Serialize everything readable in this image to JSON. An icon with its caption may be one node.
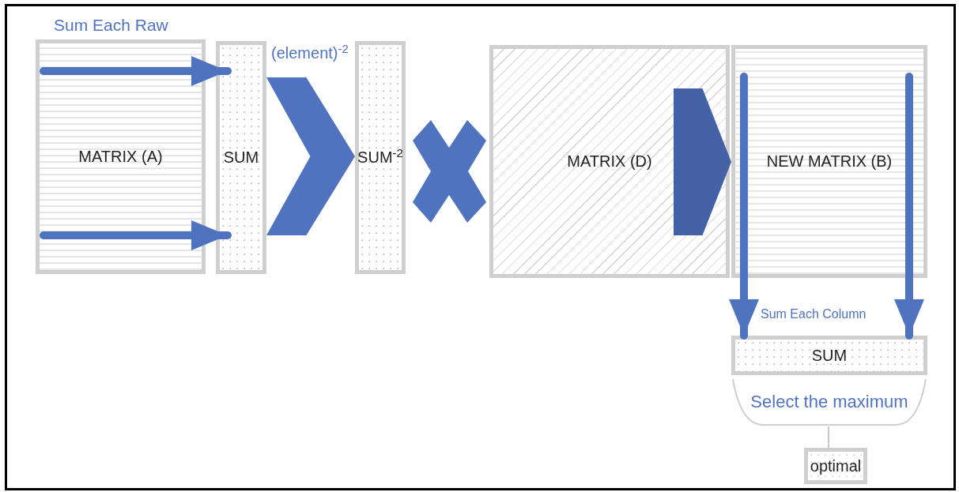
{
  "diagram": {
    "nodes": [
      {
        "text": [
          "MATRIX (A)"
        ]
      },
      {
        "text": [
          "SUM"
        ]
      },
      {
        "text": [
          "SUM$^{-2}$"
        ]
      },
      {
        "text": [
          "MATRIX (D)"
        ]
      },
      {
        "text": [
          "NEW MATRIX (B)"
        ]
      },
      {
        "text": [
          "SUM"
        ]
      },
      {
        "text": [
          "Select the maximum"
        ]
      },
      {
        "text": [
          "optimal"
        ]
      }
    ],
    "edges": [
      {
        "from": 0,
        "to": 1,
        "arrow": "to"
      },
      {
        "from": 0,
        "to": 1,
        "arrow": "to"
      },
      {
        "from": 1,
        "to": 2,
        "arrow": "to"
      },
      {
        "from": 3,
        "to": 4,
        "arrow": "to",
        "color": "#4361a4"
      },
      {
        "from": 4,
        "to": 5,
        "arrow": "to"
      },
      {
        "from": 4,
        "to": 5,
        "arrow": "to"
      },
      {
        "from": 6,
        "to": 7,
        "arrow": "none",
        "color": "#c8c8c8"
      }
    ],
    "labels": [
      "Sum Each Raw",
      "(element)$^{-2}$",
      "Sum Each Column"
    ]
  }
}
